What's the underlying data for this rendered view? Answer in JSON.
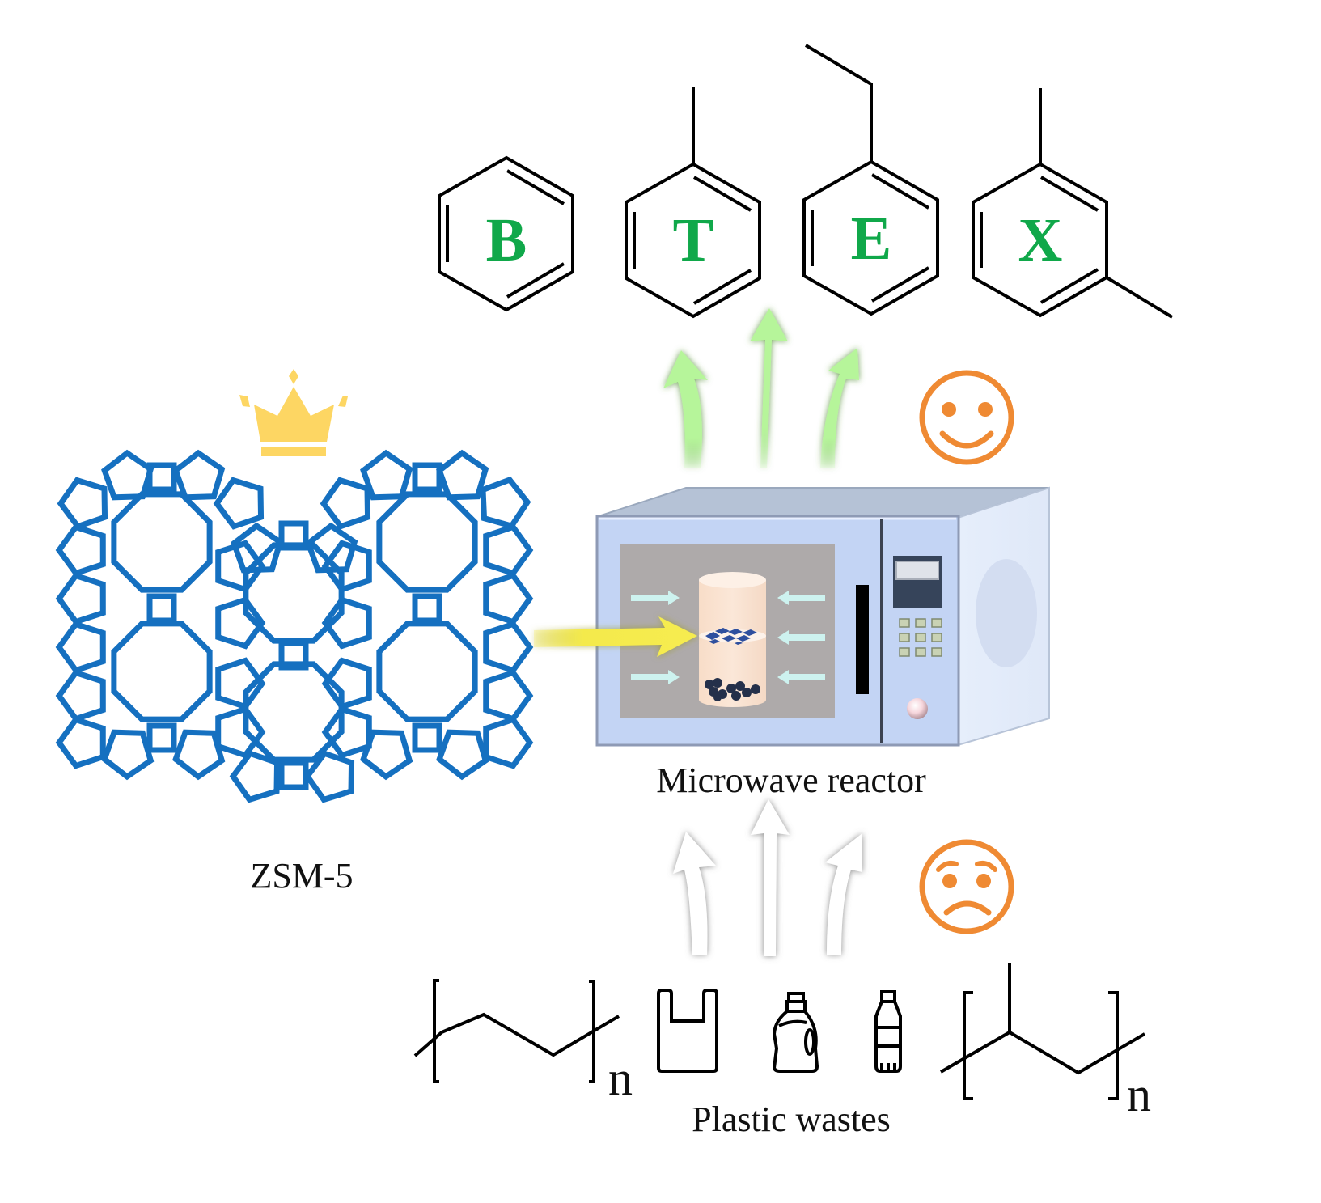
{
  "figure": {
    "catalyst_label": "ZSM-5",
    "reactor_label": "Microwave reactor",
    "feedstock_label": "Plastic wastes",
    "polymer_subscript": "n",
    "products": [
      {
        "letter": "B",
        "name": "benzene"
      },
      {
        "letter": "T",
        "name": "toluene"
      },
      {
        "letter": "E",
        "name": "ethylbenzene"
      },
      {
        "letter": "X",
        "name": "xylene"
      }
    ],
    "feedstock_items": [
      "polyethylene-structure",
      "plastic-bag-icon",
      "detergent-bottle-icon",
      "water-bottle-icon",
      "polypropylene-structure"
    ],
    "moods": {
      "products": "happy-face-icon",
      "feedstock": "worried-face-icon"
    },
    "colors": {
      "product_letters": "#10a84a",
      "zeolite": "#1570c0",
      "crown": "#fdd663",
      "face": "#ef8a33",
      "product_arrows": "#b6f59a",
      "feed_arrows": "#ffffff",
      "catalyst_arrow": "#f4ea4c",
      "microwave_body": "#c3d4f4",
      "microwave_window": "#aeaaaa"
    }
  }
}
